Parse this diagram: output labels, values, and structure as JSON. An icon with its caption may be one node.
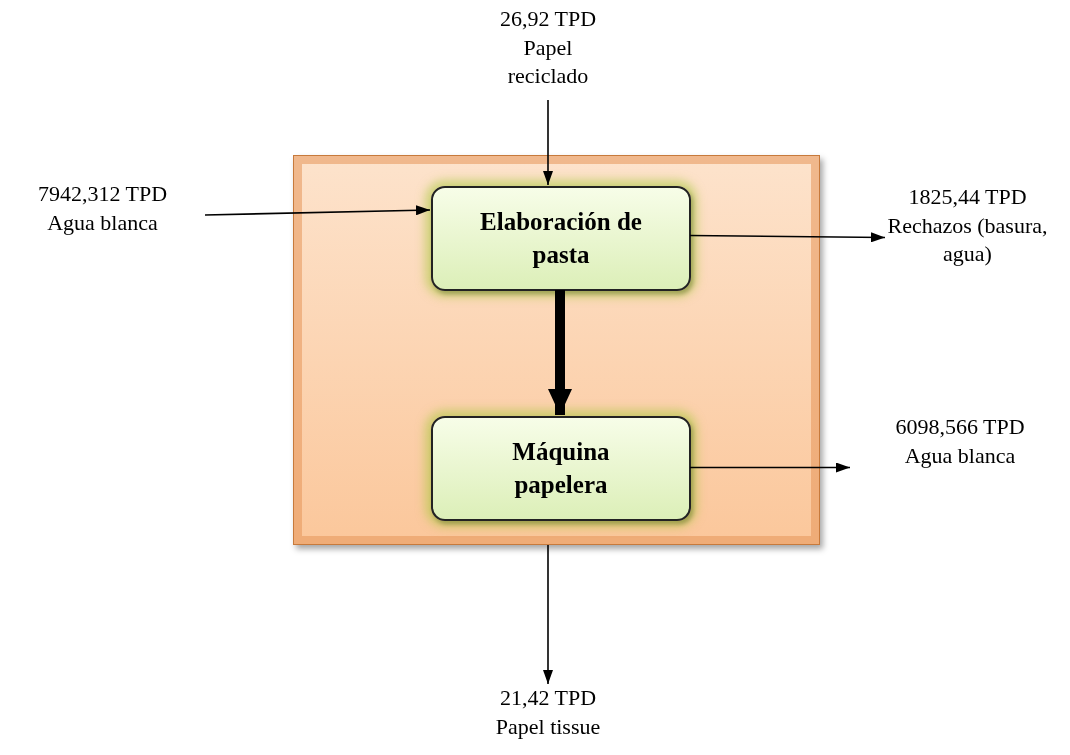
{
  "diagram": {
    "nodes": [
      {
        "text": [],
        "shape": "box"
      },
      {
        "text": [
          "Elaboración de pasta"
        ],
        "in": 0
      },
      {
        "text": [
          "Máquina papelera"
        ],
        "in": 0
      },
      {
        "text": [
          "26,92 TPD",
          "Papel reciclado"
        ]
      },
      {
        "text": [
          "7942,312 TPD",
          "Agua blanca"
        ]
      },
      {
        "text": [
          "1825,44 TPD",
          "Rechazos (basura, agua)"
        ]
      },
      {
        "text": [
          "6098,566 TPD",
          "Agua blanca"
        ]
      },
      {
        "text": [
          "21,42 TPD",
          "Papel tissue"
        ]
      }
    ],
    "edges": [
      {
        "from": 3,
        "to": 1,
        "arrow": "to"
      },
      {
        "from": 4,
        "to": 1,
        "arrow": "to"
      },
      {
        "from": 1,
        "to": 5,
        "arrow": "to"
      },
      {
        "from": 1,
        "to": 2,
        "arrow": "to",
        "style": "thick"
      },
      {
        "from": 2,
        "to": 6,
        "arrow": "to"
      },
      {
        "from": 0,
        "to": 7,
        "arrow": "to"
      }
    ]
  }
}
